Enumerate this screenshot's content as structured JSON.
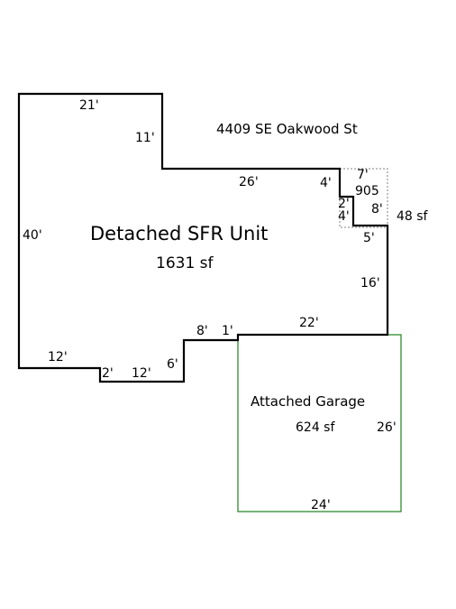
{
  "address": "4409 SE Oakwood St",
  "colors": {
    "house_outline": "#000000",
    "garage_outline": "#2e8b2e",
    "annex_outline": "#808080",
    "text": "#000000"
  },
  "house": {
    "label": "Detached SFR Unit",
    "area": "1631 sf",
    "dims": {
      "top": "21'",
      "top_step": "11'",
      "upper_right": "26'",
      "notch_top": "4'",
      "notch_side": "2'",
      "notch_inner": "4'",
      "right_step": "5'",
      "right_side": "16'",
      "left": "40'",
      "bottom_right": "22'",
      "step_a": "8'",
      "step_b": "1'",
      "step_c": "6'",
      "bottom_mid": "12'",
      "bottom_drop": "2'",
      "bottom_left": "12'"
    }
  },
  "annex": {
    "width": "7'",
    "label": "905",
    "height": "8'",
    "area": "48 sf"
  },
  "garage": {
    "label": "Attached Garage",
    "area": "624 sf",
    "side": "26'",
    "bottom": "24'"
  }
}
